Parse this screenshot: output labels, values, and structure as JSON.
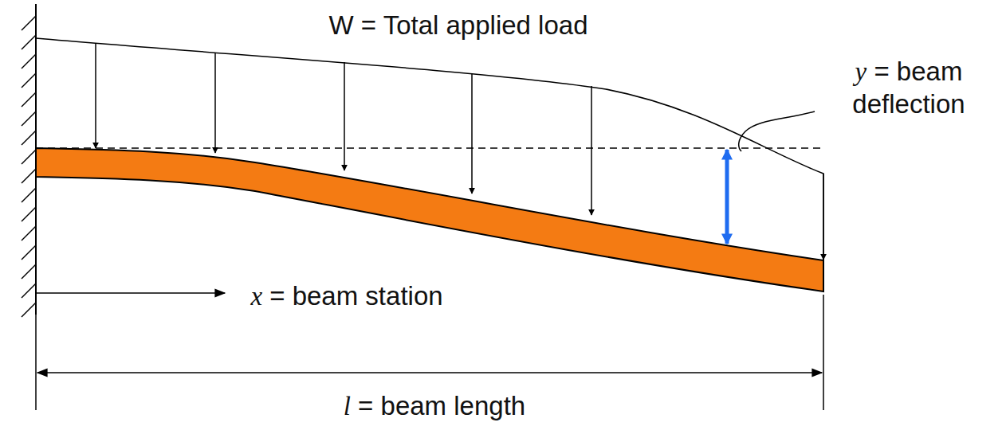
{
  "diagram": {
    "labels": [
      "W = Total applied load",
      "y = beam deflection",
      "x = beam station",
      "l = beam length"
    ]
  }
}
